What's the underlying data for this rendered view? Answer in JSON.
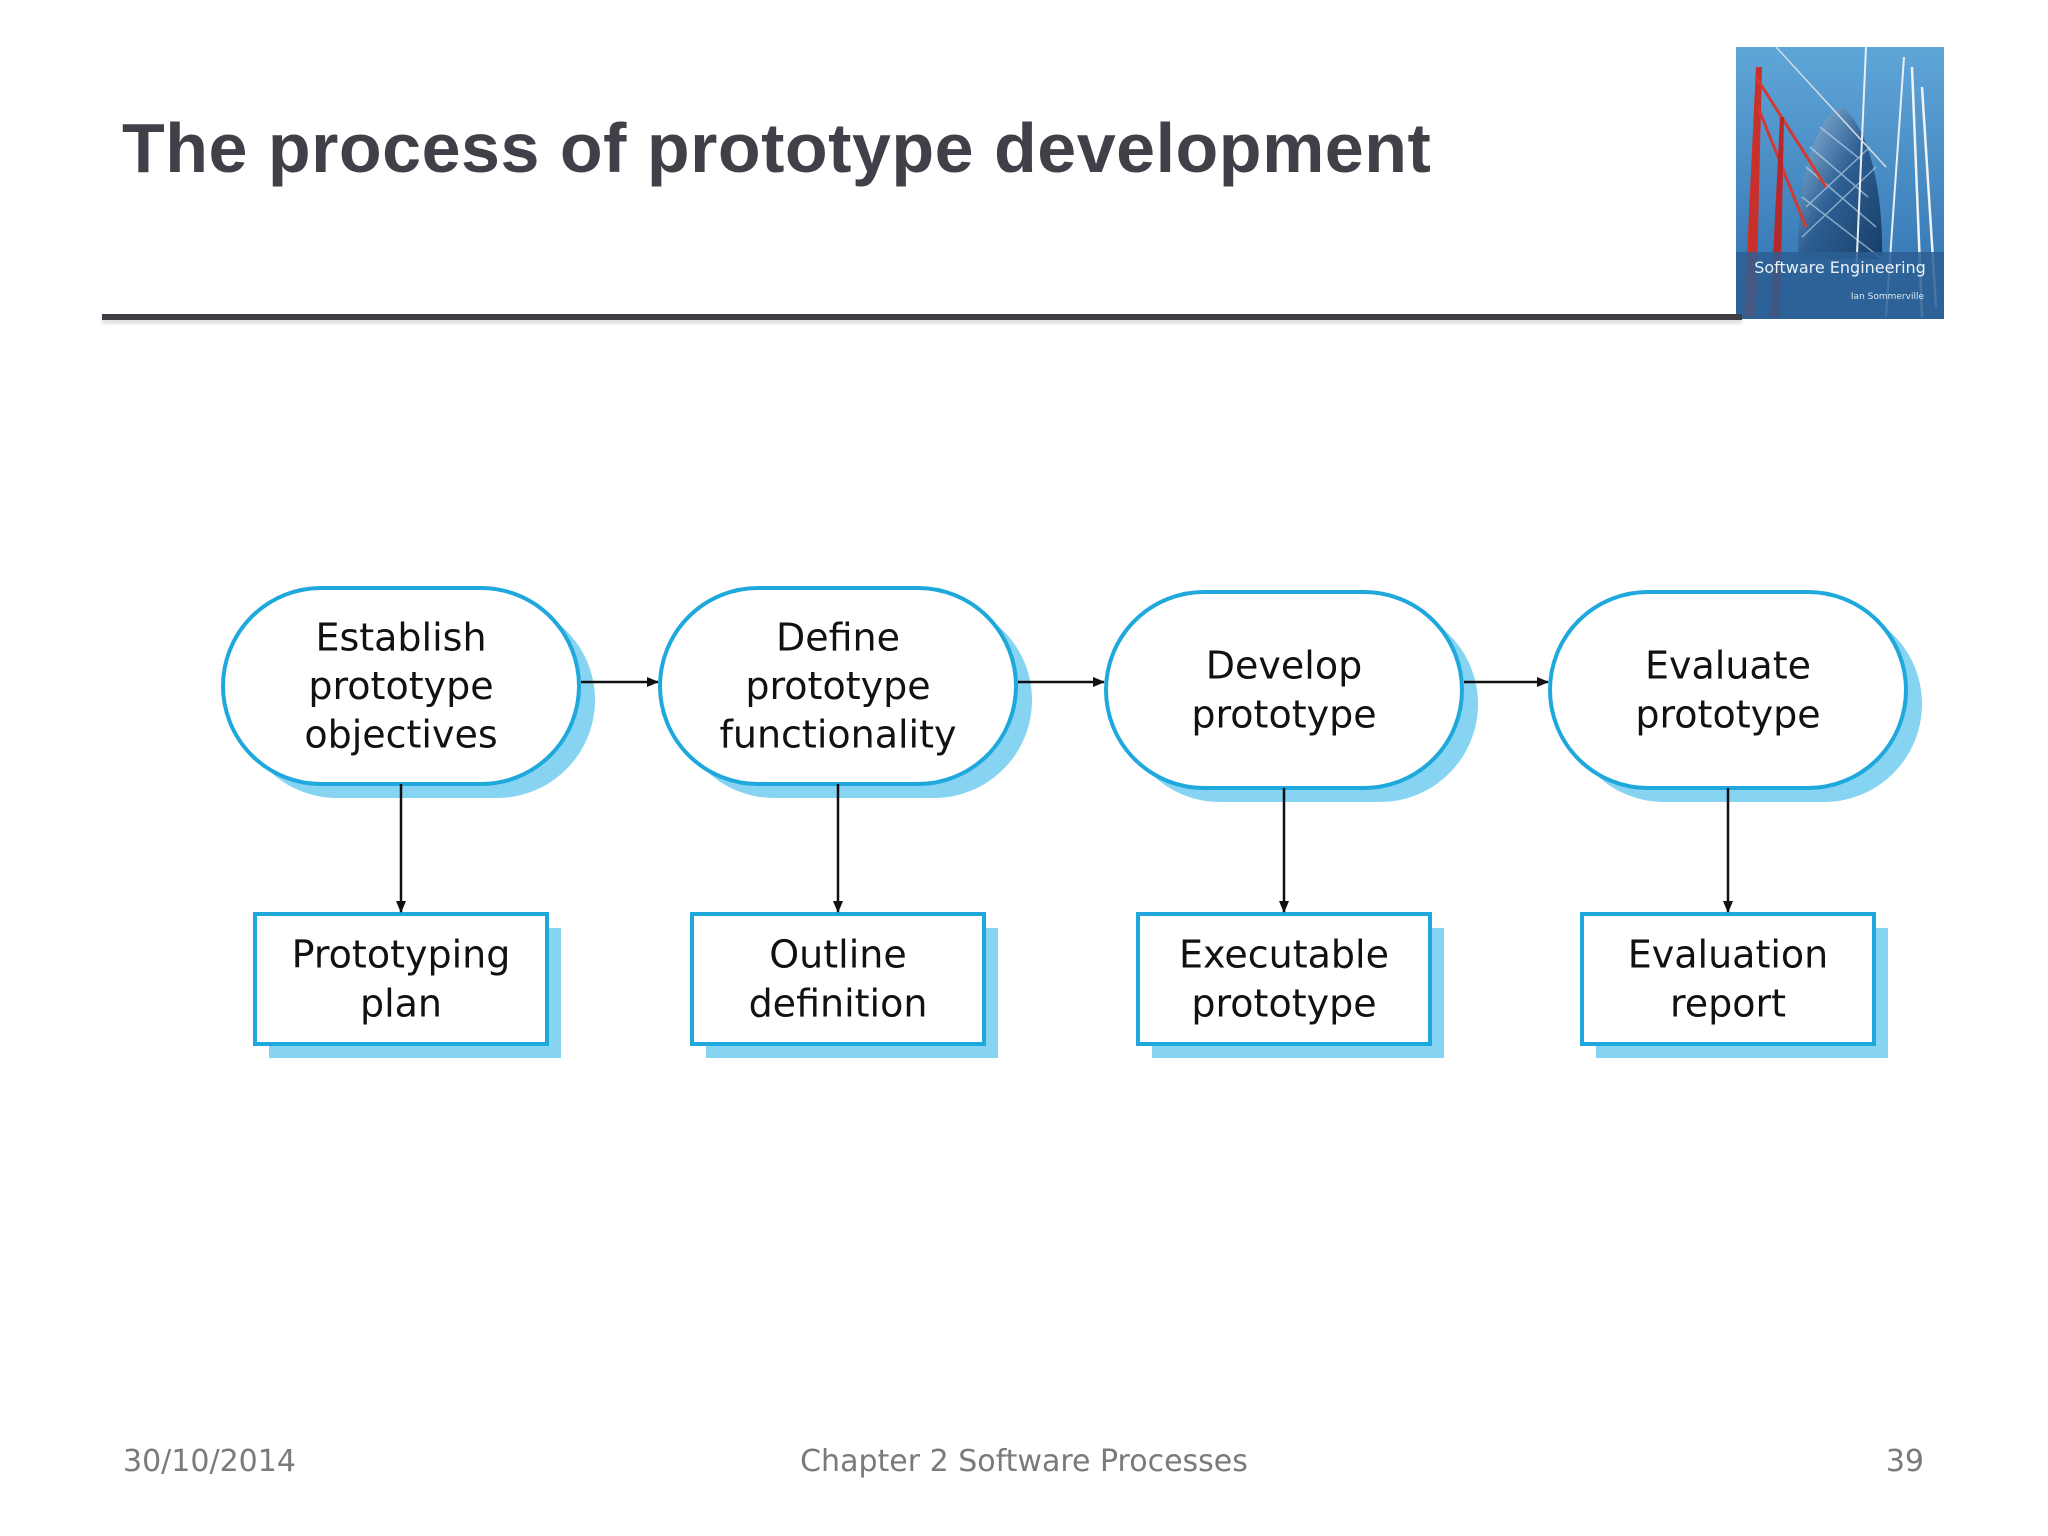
{
  "slide": {
    "title": "The process of prototype development"
  },
  "book_cover": {
    "title": "Software Engineering",
    "author": "Ian Sommerville"
  },
  "diagram": {
    "stages": [
      {
        "label": [
          "Establish",
          "prototype",
          "objectives"
        ],
        "output": [
          "Prototyping",
          "plan"
        ]
      },
      {
        "label": [
          "Define",
          "prototype",
          "functionality"
        ],
        "output": [
          "Outline",
          "definition"
        ]
      },
      {
        "label": [
          "Develop",
          "prototype"
        ],
        "output": [
          "Executable",
          "prototype"
        ]
      },
      {
        "label": [
          "Evaluate",
          "prototype"
        ],
        "output": [
          "Evaluation",
          "report"
        ]
      }
    ],
    "colors": {
      "border": "#1ea8dc",
      "shadow": "#86d3f2",
      "fill": "#ffffff",
      "arrow": "#111111",
      "text": "#111111"
    }
  },
  "footer": {
    "date": "30/10/2014",
    "chapter": "Chapter 2 Software Processes",
    "page": "39"
  }
}
